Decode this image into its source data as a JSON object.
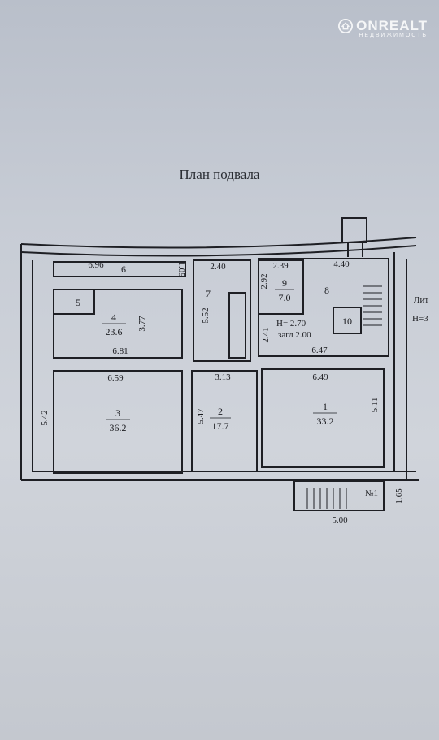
{
  "watermark": {
    "brand": "ONREALT",
    "sub": "НЕДВИЖИМОСТЬ"
  },
  "plan": {
    "title": "План подвала",
    "rooms": [
      {
        "num": "1",
        "area": "33.2"
      },
      {
        "num": "2",
        "area": "17.7"
      },
      {
        "num": "3",
        "area": "36.2"
      },
      {
        "num": "4",
        "area": "23.6"
      },
      {
        "num": "5"
      },
      {
        "num": "6"
      },
      {
        "num": "7"
      },
      {
        "num": "8"
      },
      {
        "num": "9",
        "area": "7.0"
      },
      {
        "num": "10"
      }
    ],
    "dimensions": [
      "6.96",
      "1.05",
      "2.40",
      "2.39",
      "4.40",
      "2.92",
      "5.52",
      "3.77",
      "6.81",
      "2.41",
      "6.47",
      "6.59",
      "3.13",
      "6.49",
      "5.42",
      "5.47",
      "5.11",
      "1.65",
      "5.00"
    ],
    "notes": {
      "height": "H= 2.70",
      "depth": "загл 2.00",
      "lit": "Лит",
      "lit_h": "H=3",
      "entrance": "№1"
    }
  }
}
